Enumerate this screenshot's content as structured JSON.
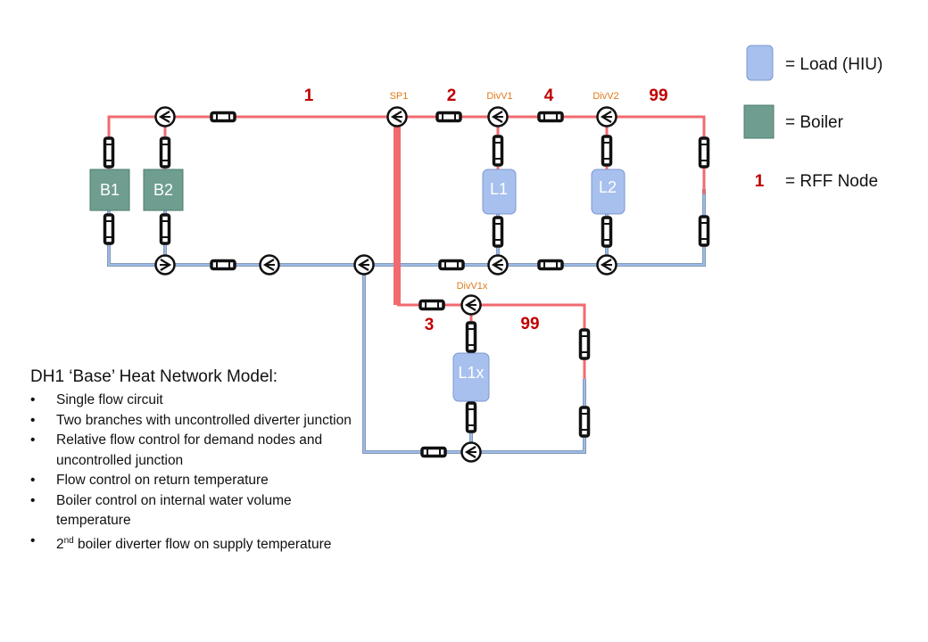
{
  "diagram": {
    "legend": {
      "load": "= Load (HIU)",
      "boiler": "= Boiler",
      "node_example": "1",
      "node": "= RFF Node"
    },
    "boilers": [
      "B1",
      "B2"
    ],
    "loads": [
      "L1",
      "L2",
      "L1x"
    ],
    "node_numbers": {
      "n1": "1",
      "n2": "2",
      "n4": "4",
      "n99_top": "99",
      "n3": "3",
      "n99_lower": "99"
    },
    "diverter_labels": {
      "sp1": "SP1",
      "divv1": "DivV1",
      "divv2": "DivV2",
      "divv1x": "DivV1x"
    },
    "colors": {
      "supply": "#f16a6f",
      "return": "#9dbbe7",
      "load": "#a7c0ee",
      "boiler": "#6f9d8f",
      "node_text": "#c00000",
      "diverter_text": "#e17a1b"
    }
  },
  "description": {
    "title": "DH1 ‘Base’ Heat Network Model:",
    "bullet": "•",
    "items": [
      "Single flow circuit",
      "Two branches with uncontrolled diverter junction",
      "Relative flow control for demand nodes and uncontrolled junction",
      "Flow control on return temperature",
      "Boiler control on internal water volume temperature"
    ],
    "last_item": {
      "prefix": "2",
      "sup": "nd",
      "text": " boiler diverter flow on supply temperature"
    }
  }
}
